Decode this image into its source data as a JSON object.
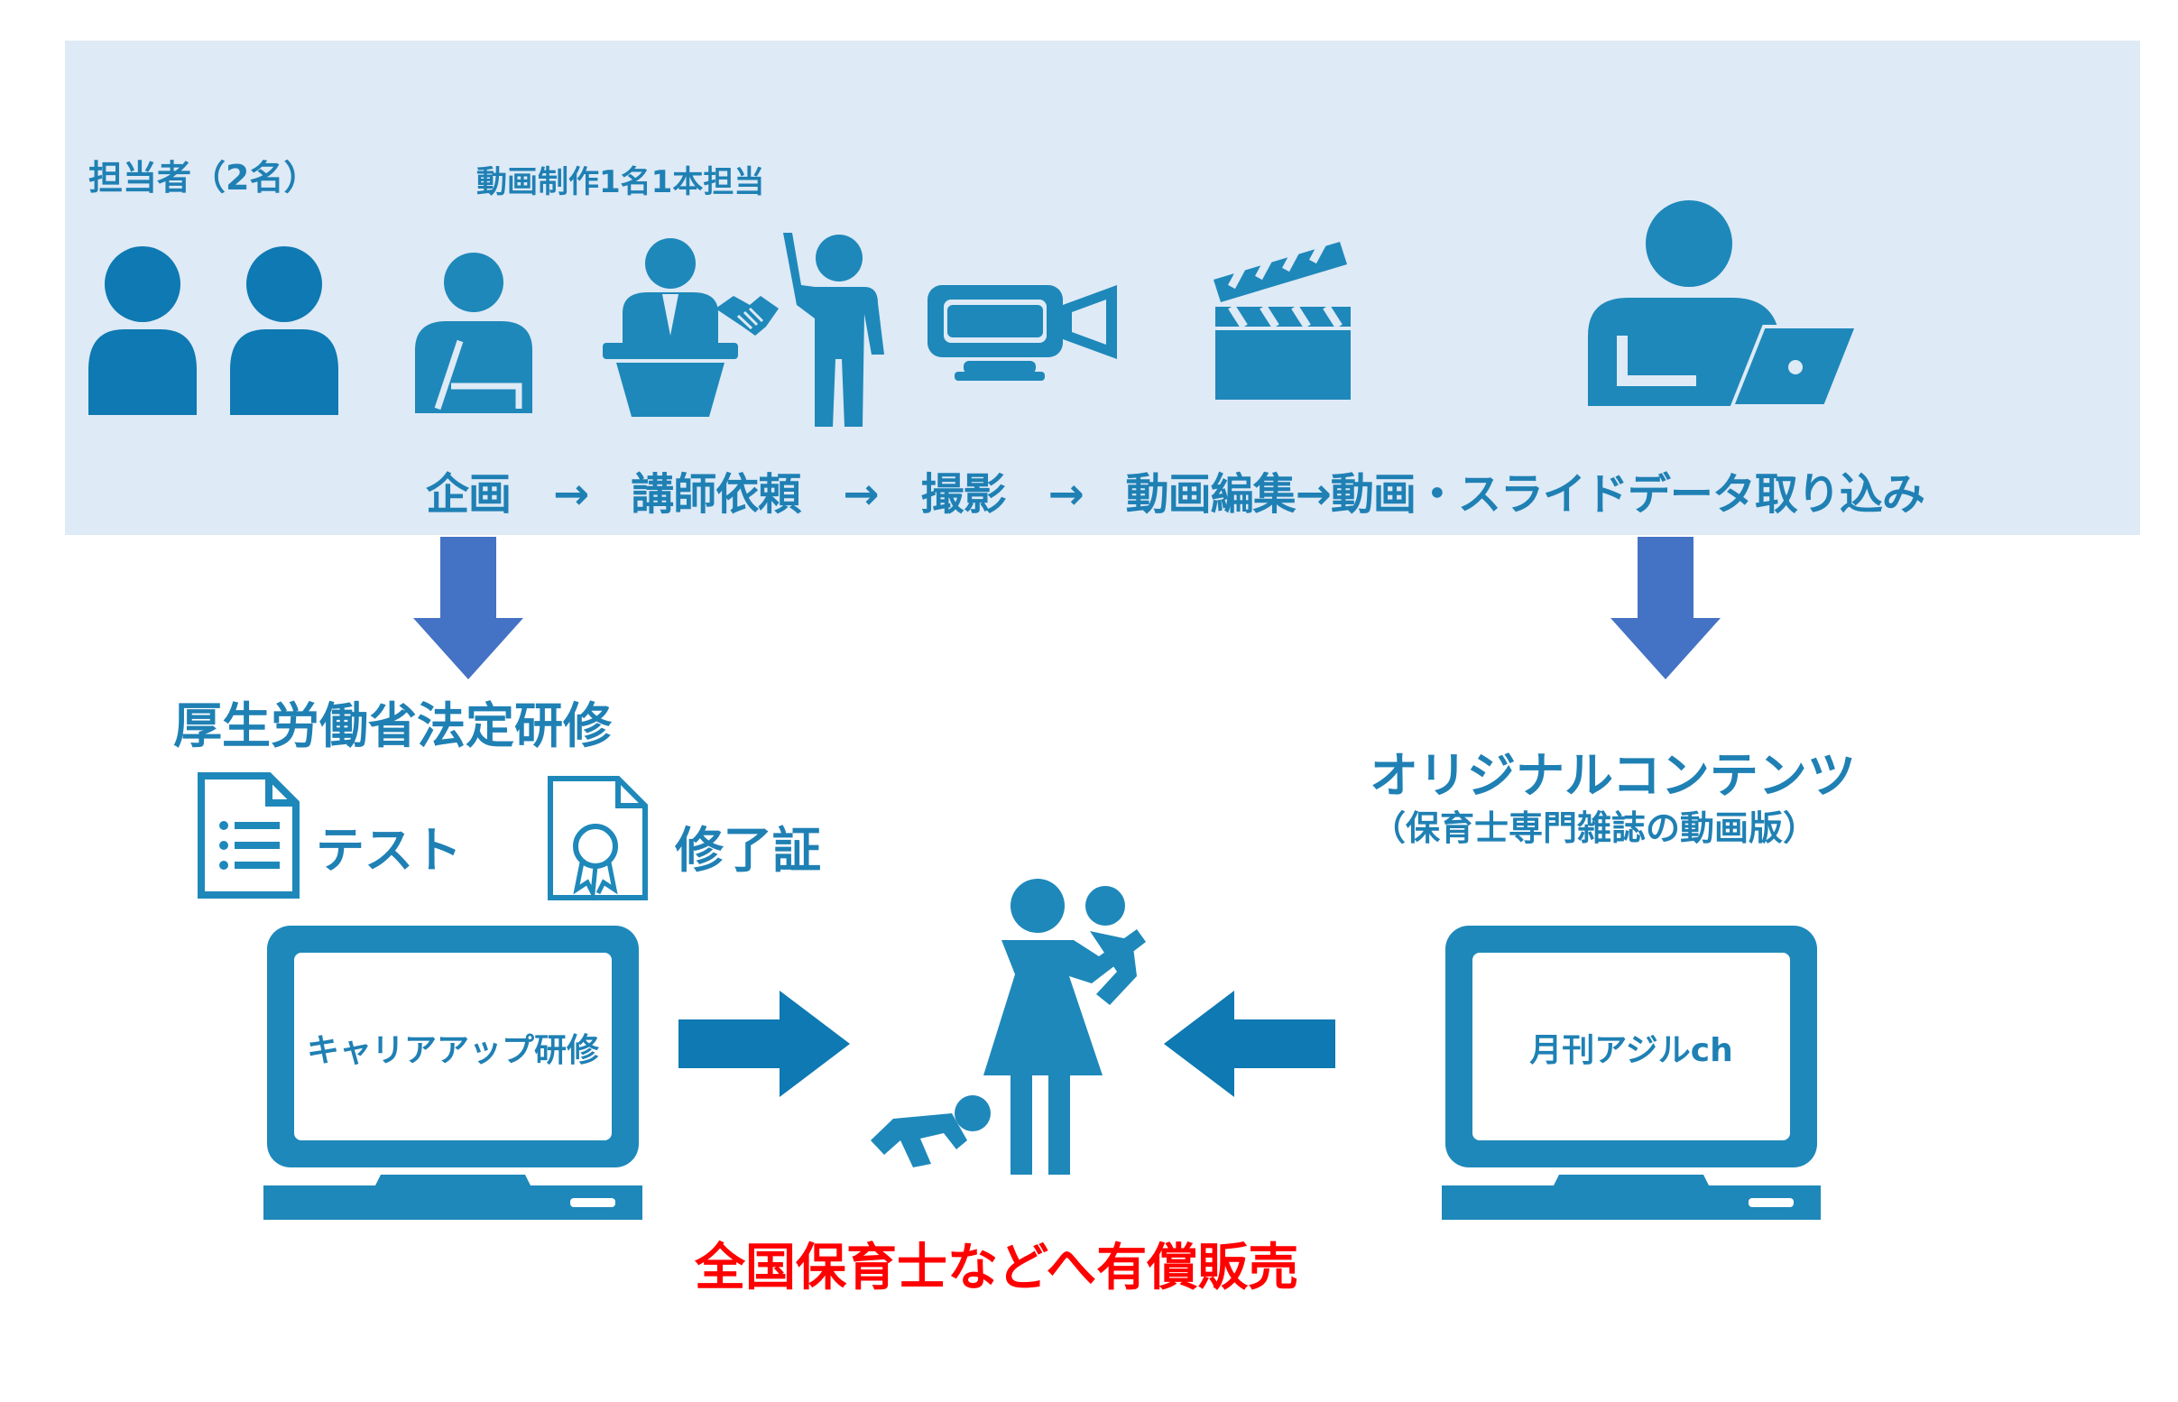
{
  "colors": {
    "band": "#deeaf6",
    "icon_dark": "#0e79b2",
    "icon": "#1e88ba",
    "text": "#1f80b4",
    "arrow_down": "#4472c4",
    "arrow_side": "#0e79b2",
    "highlight_red": "#ff0000"
  },
  "workflow": {
    "staff_label": "担当者（2名）",
    "production_note": "動画制作1名1本担当",
    "steps_line": "企画　→　講師依頼　→　撮影　→　動画編集→動画・スライドデータ取り込み",
    "icons": [
      "person-icon",
      "person-icon",
      "planner-icon",
      "lecturer-podium-icon",
      "handshake-icon",
      "presenter-icon",
      "video-camera-icon",
      "clapperboard-icon",
      "laptop-user-icon"
    ]
  },
  "left_product": {
    "title": "厚生労働省法定研修",
    "test_label": "テスト",
    "certificate_label": "修了証",
    "screen_label": "キャリアアップ研修"
  },
  "right_product": {
    "title": "オリジナルコンテンツ",
    "subtitle": "（保育士専門雑誌の動画版）",
    "screen_label": "月刊アジルch"
  },
  "center": {
    "icon": "parent-child-icon",
    "sales_label": "全国保育士などへ有償販売"
  }
}
